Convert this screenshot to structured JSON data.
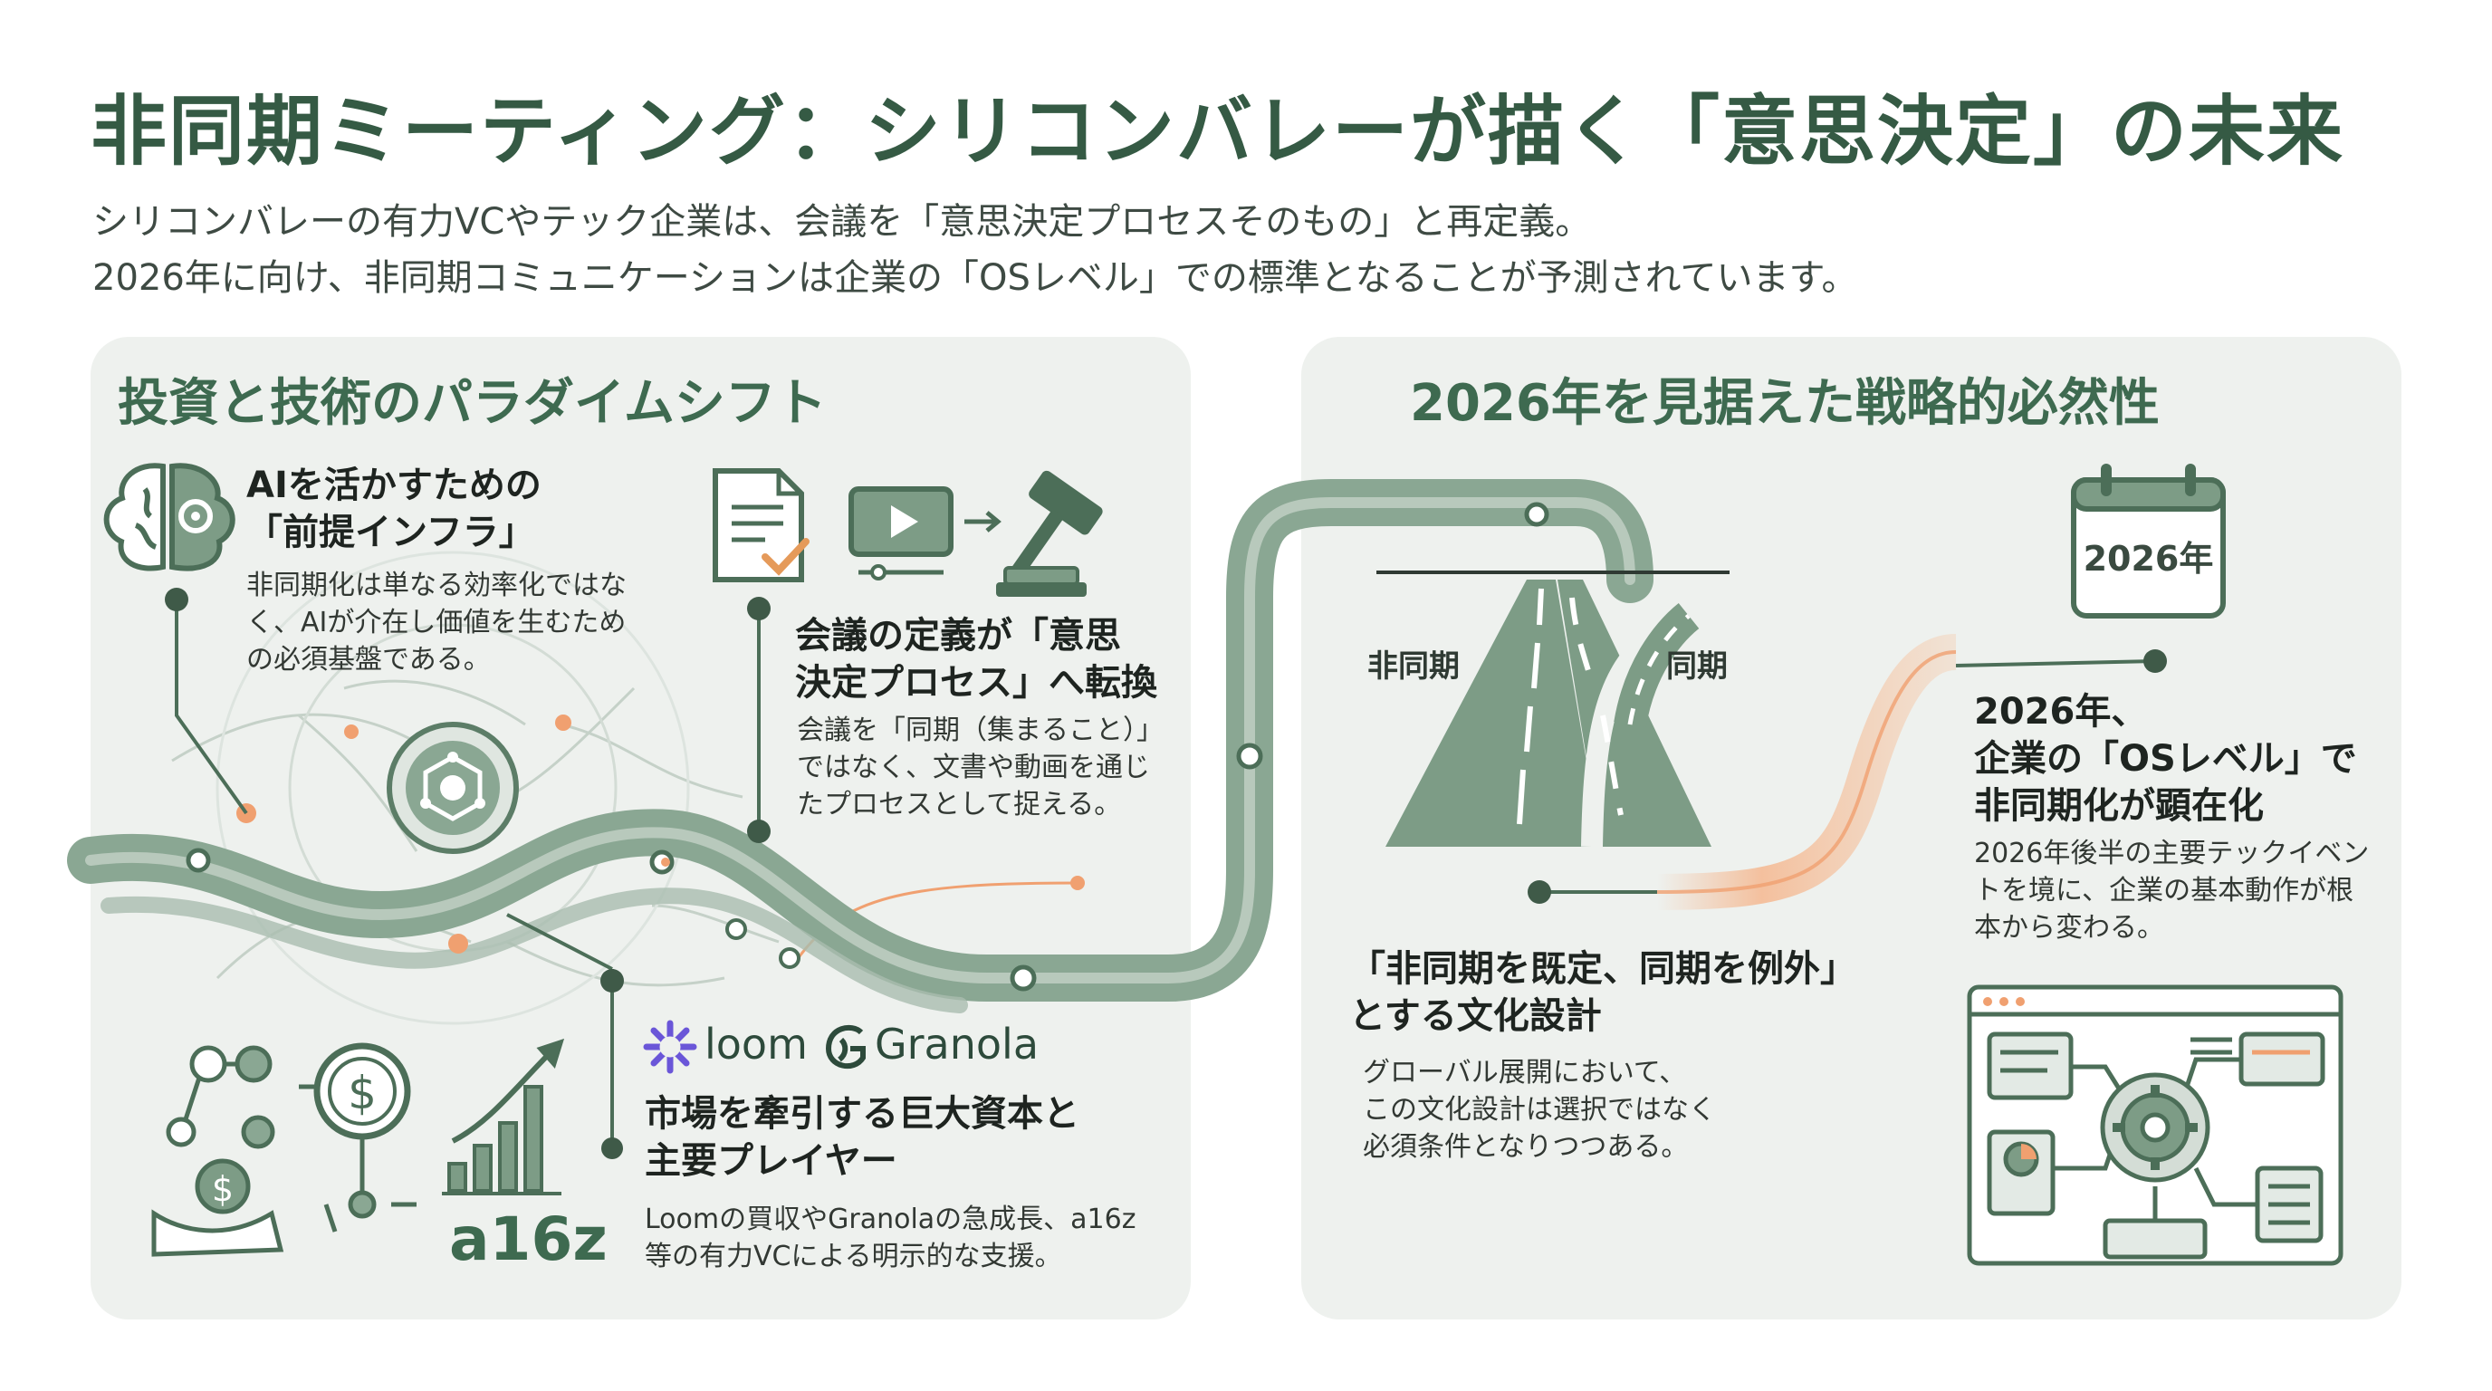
{
  "header": {
    "title": "非同期ミーティング：シリコンバレーが描く「意思決定」の未来",
    "subtitle_line1": "シリコンバレーの有力VCやテック企業は、会議を「意思決定プロセスそのもの」と再定義。",
    "subtitle_line2": "2026年に向け、非同期コミュニケーションは企業の「OSレベル」での標準となることが予測されています。"
  },
  "left_panel": {
    "heading": "投資と技術のパラダイムシフト",
    "items": [
      {
        "title_line1": "AIを活かすための",
        "title_line2": "「前提インフラ」",
        "body_lines": [
          "非同期化は単なる効率化ではな",
          "く、AIが介在し価値を生むため",
          "の必須基盤である。"
        ]
      },
      {
        "title_line1": "会議の定義が「意思",
        "title_line2": "決定プロセス」へ転換",
        "body_lines": [
          "会議を「同期（集まること）」",
          "ではなく、文書や動画を通じ",
          "たプロセスとして捉える。"
        ]
      },
      {
        "title_line1": "市場を牽引する巨大資本と",
        "title_line2": "主要プレイヤー",
        "body_lines": [
          "Loomの買収やGranolaの急成長、a16z",
          "等の有力VCによる明示的な支援。"
        ]
      }
    ],
    "brands": {
      "loom": "loom",
      "granola": "Granola",
      "a16z": "a16z"
    }
  },
  "right_panel": {
    "heading": "2026年を見据えた戦略的必然性",
    "road_labels": {
      "async": "非同期",
      "sync": "同期"
    },
    "calendar_label": "2026年",
    "items": [
      {
        "title_line1": "2026年、",
        "title_line2": "企業の「OSレベル」で",
        "title_line3": "非同期化が顕在化",
        "body_lines": [
          "2026年後半の主要テックイベン",
          "トを境に、企業の基本動作が根",
          "本から変わる。"
        ]
      },
      {
        "title_line1": "「非同期を既定、同期を例外」",
        "title_line2": "とする文化設計",
        "body_lines": [
          "グローバル展開において、",
          "この文化設計は選択ではなく",
          "必須条件となりつつある。"
        ]
      }
    ]
  },
  "colors": {
    "title_green": "#355a44",
    "accent_green": "#7d9c86",
    "dark_green": "#4c6e58",
    "accent_orange": "#f0a070",
    "panel_bg": "#eef1ee"
  },
  "icons": [
    "brain-gear-icon",
    "document-check-icon",
    "video-play-icon",
    "gavel-icon",
    "network-hub-icon",
    "dollar-network-icon",
    "growth-chart-icon",
    "road-fork-icon",
    "calendar-icon",
    "os-dashboard-icon",
    "loom-logo-icon",
    "granola-logo-icon"
  ]
}
